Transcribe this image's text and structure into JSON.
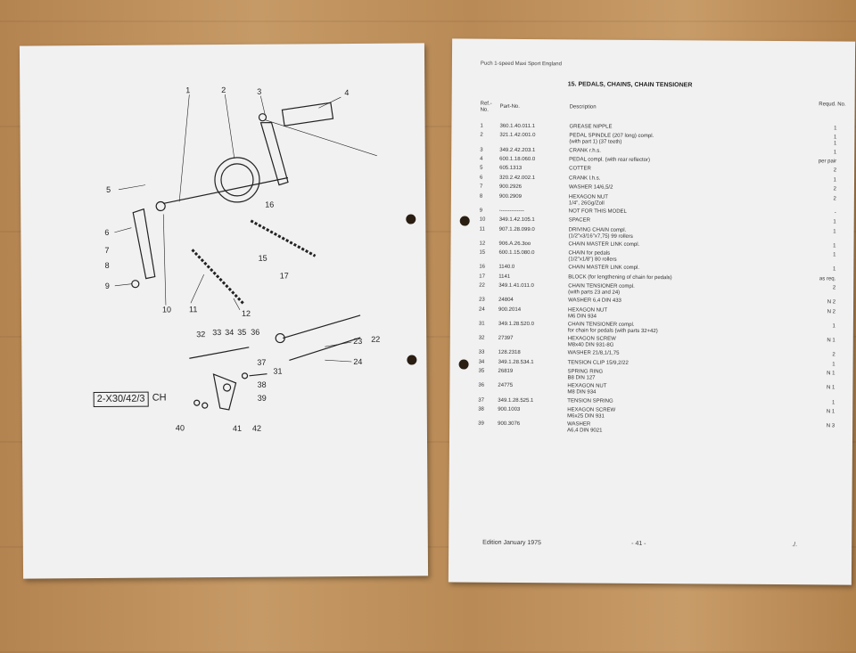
{
  "left_page": {
    "ref_box": "2-X30/42/3",
    "ref_suffix": "CH",
    "callouts": [
      "1",
      "2",
      "3",
      "4",
      "5",
      "6",
      "7",
      "8",
      "9",
      "10",
      "11",
      "12",
      "15",
      "16",
      "17",
      "22",
      "23",
      "24",
      "31",
      "32",
      "33",
      "34",
      "35",
      "36",
      "37",
      "38",
      "39",
      "40",
      "41",
      "42"
    ]
  },
  "right_page": {
    "header": "Puch 1-speed Maxi Sport England",
    "title": "15. PEDALS, CHAINS, CHAIN TENSIONER",
    "columns": {
      "ref": "Ref.-\nNo.",
      "part": "Part-No.",
      "desc": "Description",
      "qty": "Requd. No."
    },
    "rows": [
      {
        "ref": "1",
        "part": "360.1.40.011.1",
        "desc": "GREASE NIPPLE",
        "qty": "1"
      },
      {
        "ref": "2",
        "part": "321.1.42.001.0",
        "desc": "PEDAL SPINDLE (207 long) compl.\n(with part 1) (37 teeth)",
        "qty": "1\n1"
      },
      {
        "ref": "3",
        "part": "349.2.42.203.1",
        "desc": "CRANK r.h.s.",
        "qty": "1"
      },
      {
        "ref": "4",
        "part": "600.1.18.060.0",
        "desc": "PEDAL compl. (with rear reflector)",
        "qty": "per pair"
      },
      {
        "ref": "5",
        "part": "605.1313",
        "desc": "COTTER",
        "qty": "2"
      },
      {
        "ref": "6",
        "part": "320.2.42.002.1",
        "desc": "CRANK l.h.s.",
        "qty": "1"
      },
      {
        "ref": "7",
        "part": "900.2926",
        "desc": "WASHER 14/6,5/2",
        "qty": "2"
      },
      {
        "ref": "8",
        "part": "900.2909",
        "desc": "HEXAGON NUT\n1/4\", 26Gg/Zoll",
        "qty": "2"
      },
      {
        "ref": "9",
        "part": "--------------",
        "desc": "NOT FOR THIS MODEL",
        "qty": "-"
      },
      {
        "ref": "10",
        "part": "349.1.42.105.1",
        "desc": "SPACER",
        "qty": "1"
      },
      {
        "ref": "11",
        "part": "907.1.28.099.0",
        "desc": "DRIVING CHAIN compl.\n(1/2\"x3/16\"x7,75) 99 rollers",
        "qty": "1"
      },
      {
        "ref": "12",
        "part": "906.A.26.3oo",
        "desc": "CHAIN MASTER LINK compl.",
        "qty": "1"
      },
      {
        "ref": "15",
        "part": "600.1.15.080.0",
        "desc": "CHAIN for pedals\n(1/2\"x1/8\") 80 rollers",
        "qty": "1"
      },
      {
        "ref": "16",
        "part": "1140.0",
        "desc": "CHAIN MASTER LINK compl.",
        "qty": "1"
      },
      {
        "ref": "17",
        "part": "1141",
        "desc": "BLOCK (for lengthening of chain for pedals)",
        "qty": "as req."
      },
      {
        "ref": "22",
        "part": "349.1.41.011.0",
        "desc": "CHAIN TENSIONER compl.\n(with parts 23 and 24)",
        "qty": "2"
      },
      {
        "ref": "23",
        "part": "24804",
        "desc": "WASHER 6,4 DIN 433",
        "qty": "N 2"
      },
      {
        "ref": "24",
        "part": "900.2014",
        "desc": "HEXAGON NUT\nM6 DIN 934",
        "qty": "N 2"
      },
      {
        "ref": "31",
        "part": "349.1.28.520.0",
        "desc": "CHAIN TENSIONER compl.\nfor chain for pedals (with parts 32+42)",
        "qty": "1"
      },
      {
        "ref": "32",
        "part": "27397",
        "desc": "HEXAGON SCREW\nM8x40 DIN 931-8G",
        "qty": "N 1"
      },
      {
        "ref": "33",
        "part": "128.2318",
        "desc": "WASHER 21/8,1/1,75",
        "qty": "2"
      },
      {
        "ref": "34",
        "part": "349.1.28.534.1",
        "desc": "TENSION CLIP 15/9,2/22",
        "qty": "1"
      },
      {
        "ref": "35",
        "part": "26819",
        "desc": "SPRING RING\nB8 DIN 127",
        "qty": "N 1"
      },
      {
        "ref": "36",
        "part": "24775",
        "desc": "HEXAGON NUT\nM8 DIN 934",
        "qty": "N 1"
      },
      {
        "ref": "37",
        "part": "349.1.28.525.1",
        "desc": "TENSION SPRING",
        "qty": "1"
      },
      {
        "ref": "38",
        "part": "900.1003",
        "desc": "HEXAGON SCREW\nM6x25 DIN 931",
        "qty": "N 1"
      },
      {
        "ref": "39",
        "part": "900.3076",
        "desc": "WASHER\nA6,4 DIN 9021",
        "qty": "N 3"
      }
    ],
    "footer": {
      "edition": "Edition January 1975",
      "page": "- 41 -",
      "cont": "./."
    }
  }
}
